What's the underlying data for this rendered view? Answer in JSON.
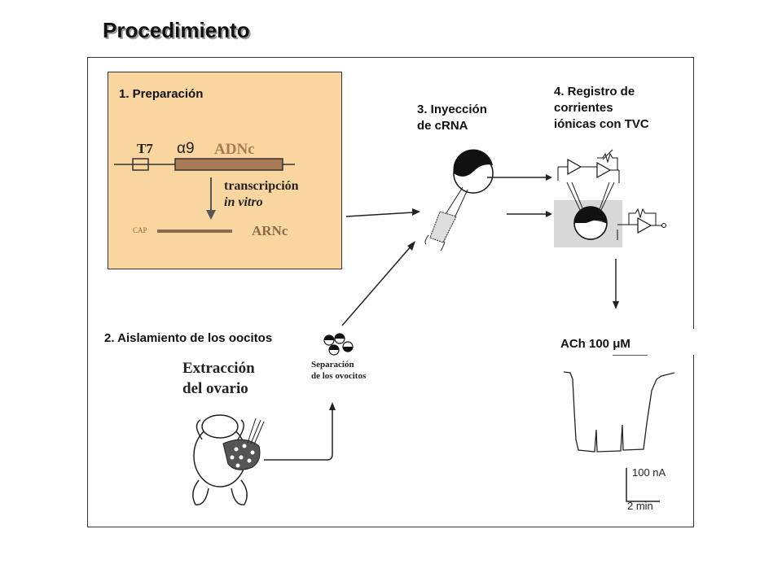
{
  "title": "Procedimiento",
  "step1": {
    "label": "1. Preparación",
    "promoter": "T7",
    "gene": "α9",
    "dna": "ADNc",
    "process_line1": "transcripción",
    "process_line2": "in vitro",
    "cap": "CAP",
    "rna": "ARNc"
  },
  "step2": {
    "label": "2. Aislamiento de los oocitos",
    "extraction_line1": "Extracción",
    "extraction_line2": "del ovario",
    "separation_line1": "Separación",
    "separation_line2": "de los ovocitos"
  },
  "step3": {
    "label_line1": "3. Inyección",
    "label_line2": "de cRNA"
  },
  "step4": {
    "label_line1": "4. Registro de",
    "label_line2": "corrientes",
    "label_line3": "iónicas con TVC"
  },
  "recording": {
    "agonist": "ACh 100 μM",
    "scale_current": "100 nA",
    "scale_time": "2 min"
  },
  "colors": {
    "prep_background": "#f9d5a0",
    "dna_bar": "#a87a56",
    "rna_bar": "#8a6a4a",
    "water_bath": "#d8d8d8"
  }
}
